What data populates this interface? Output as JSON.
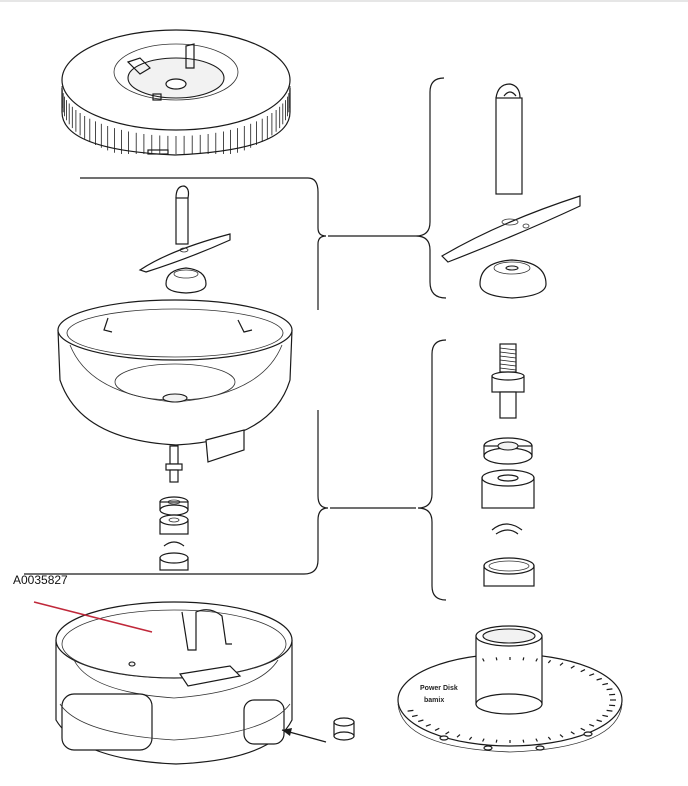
{
  "diagram": {
    "part_number_label": "A0035827",
    "disc_label_line1": "Power Disk",
    "disc_label_line2": "bamix",
    "colors": {
      "line": "#1a1a1a",
      "callout_line": "#c0283a",
      "background": "#ffffff"
    }
  }
}
